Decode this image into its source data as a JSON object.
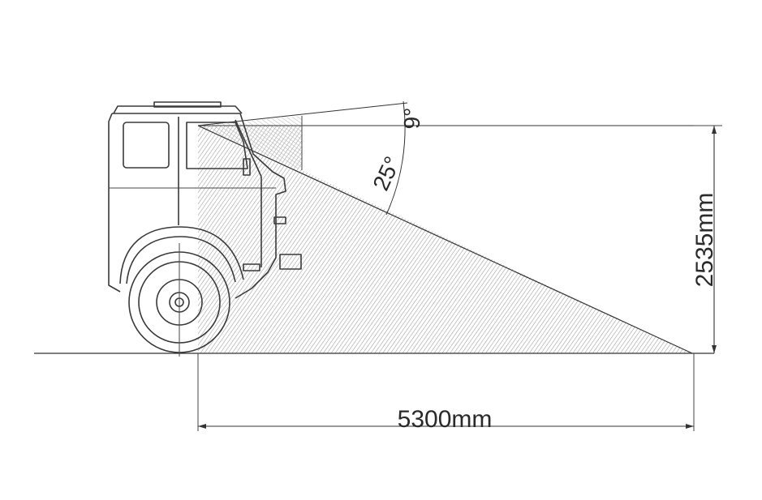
{
  "diagram": {
    "dimension_horizontal": "5300mm",
    "dimension_vertical": "2535mm",
    "angle_downward": "25°",
    "angle_upward": "9°"
  },
  "colors": {
    "line": "#333333",
    "hatch": "#9a9a9a",
    "background": "#ffffff"
  }
}
